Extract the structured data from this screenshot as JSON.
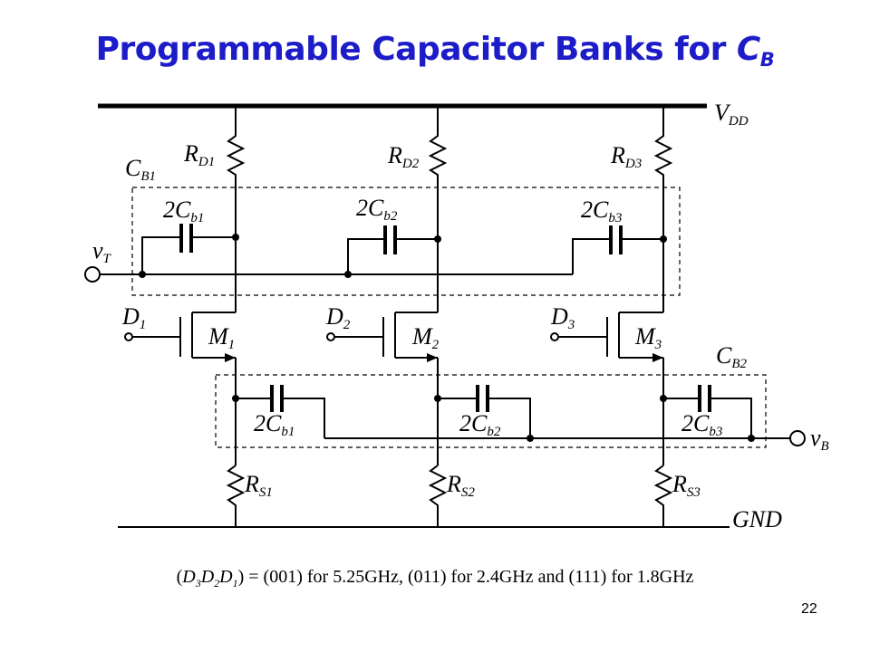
{
  "slide": {
    "title_text": "Programmable Capacitor Banks for ",
    "title_symbol": "C",
    "title_symbol_sub": "B",
    "page_number": "22"
  },
  "labels": {
    "vdd": {
      "main": "V",
      "sub": "DD"
    },
    "gnd": {
      "main": "GND",
      "sub": ""
    },
    "cb1": {
      "main": "C",
      "sub": "B1"
    },
    "cb2": {
      "main": "C",
      "sub": "B2"
    },
    "rd1": {
      "main": "R",
      "sub": "D1"
    },
    "rd2": {
      "main": "R",
      "sub": "D2"
    },
    "rd3": {
      "main": "R",
      "sub": "D3"
    },
    "rs1": {
      "main": "R",
      "sub": "S1"
    },
    "rs2": {
      "main": "R",
      "sub": "S2"
    },
    "rs3": {
      "main": "R",
      "sub": "S3"
    },
    "top_c1": {
      "main": "2C",
      "sub": "b1"
    },
    "top_c2": {
      "main": "2C",
      "sub": "b2"
    },
    "top_c3": {
      "main": "2C",
      "sub": "b3"
    },
    "bot_c1": {
      "main": "2C",
      "sub": "b1"
    },
    "bot_c2": {
      "main": "2C",
      "sub": "b2"
    },
    "bot_c3": {
      "main": "2C",
      "sub": "b3"
    },
    "vt": {
      "main": "v",
      "sub": "T"
    },
    "vb": {
      "main": "v",
      "sub": "B"
    },
    "d1": {
      "main": "D",
      "sub": "1"
    },
    "d2": {
      "main": "D",
      "sub": "2"
    },
    "d3": {
      "main": "D",
      "sub": "3"
    },
    "m1": {
      "main": "M",
      "sub": "1"
    },
    "m2": {
      "main": "M",
      "sub": "2"
    },
    "m3": {
      "main": "M",
      "sub": "3"
    }
  },
  "footer": {
    "open": "(",
    "d3": "D",
    "d3_sub": "3",
    "d2": "D",
    "d2_sub": "2",
    "d1": "D",
    "d1_sub": "1",
    "rest": ") = (001) for 5.25GHz, (011) for 2.4GHz and (111) for 1.8GHz"
  }
}
